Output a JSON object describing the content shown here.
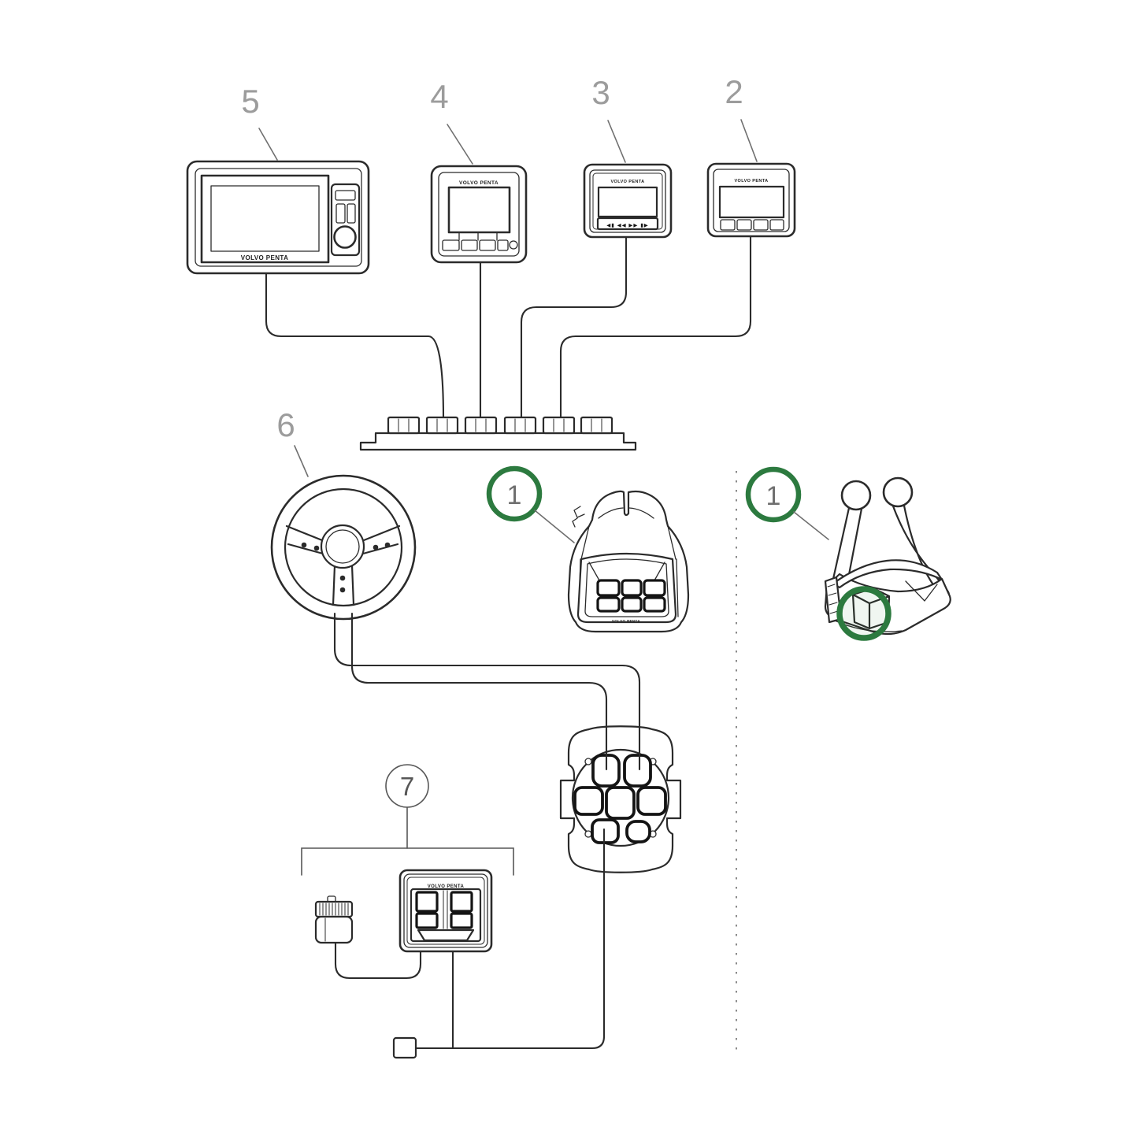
{
  "brand": "VOLVO PENTA",
  "colors": {
    "accent_green": "#2c7a3f",
    "line": "#2b2b2b",
    "label_gray": "#9c9c9c"
  },
  "callouts": {
    "display_5": "5",
    "display_4": "4",
    "display_3": "3",
    "display_2": "2",
    "steering_wheel_6": "6",
    "accessory_kit_7": "7",
    "control_lever_front_1": "1",
    "control_lever_side_1": "1"
  },
  "icons": {
    "media_buttons": "◀▮ ◀◀ ▶▶ ▮▶"
  }
}
